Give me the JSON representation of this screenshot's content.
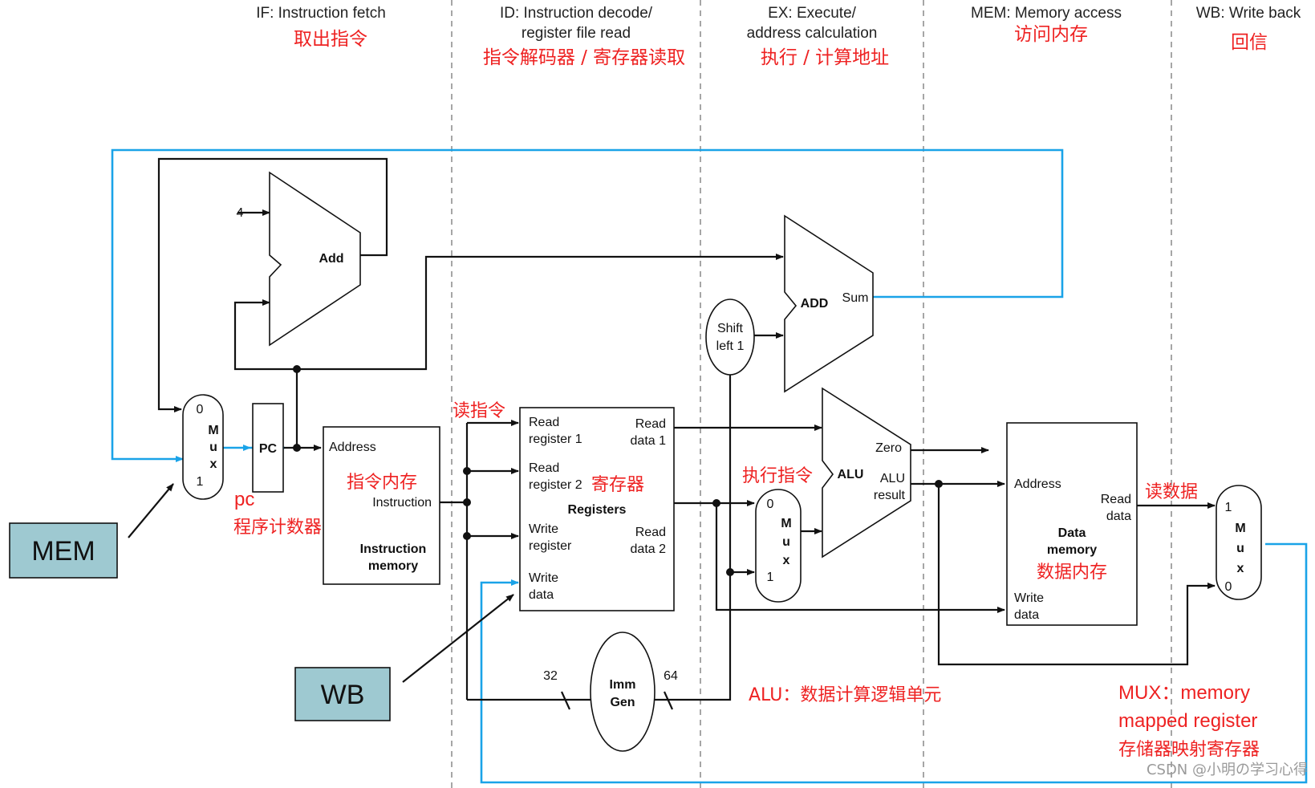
{
  "stages": {
    "if_en": "IF: Instruction fetch",
    "if_cn": "取出指令",
    "id_en1": "ID: Instruction decode/",
    "id_en2": "register file read",
    "id_cn": "指令解码器 / 寄存器读取",
    "ex_en1": "EX: Execute/",
    "ex_en2": "address calculation",
    "ex_cn": "执行 / 计算地址",
    "mem_en": "MEM: Memory access",
    "mem_cn": "访问内存",
    "wb_en": "WB: Write back",
    "wb_cn": "回信"
  },
  "components": {
    "add_label": "Add",
    "const_four": "4",
    "mux_letters": [
      "M",
      "u",
      "x"
    ],
    "mux_zero": "0",
    "mux_one": "1",
    "pc_label": "PC",
    "imem_address": "Address",
    "imem_instruction": "Instruction",
    "imem_title1": "Instruction",
    "imem_title2": "memory",
    "reg_read1a": "Read",
    "reg_read1b": "register 1",
    "reg_read2a": "Read",
    "reg_read2b": "register 2",
    "reg_writea": "Write",
    "reg_writeb": "register",
    "reg_wdataa": "Write",
    "reg_wdatab": "data",
    "reg_rd1a": "Read",
    "reg_rd1b": "data 1",
    "reg_rd2a": "Read",
    "reg_rd2b": "data 2",
    "reg_title": "Registers",
    "shift_a": "Shift",
    "shift_b": "left 1",
    "add2_label": "ADD",
    "add2_sum": "Sum",
    "alu_label": "ALU",
    "alu_zero": "Zero",
    "alu_result_a": "ALU",
    "alu_result_b": "result",
    "dmem_address": "Address",
    "dmem_read_a": "Read",
    "dmem_read_b": "data",
    "dmem_write_a": "Write",
    "dmem_write_b": "data",
    "dmem_title1": "Data",
    "dmem_title2": "memory",
    "imm_a": "Imm",
    "imm_b": "Gen",
    "bits_in": "32",
    "bits_out": "64"
  },
  "annotations": {
    "read_instr": "读指令",
    "instr_mem": "指令内存",
    "pc_small": "pc",
    "pc_cn": "程序计数器",
    "registers_cn": "寄存器",
    "exec_instr": "执行指令",
    "read_data": "读数据",
    "data_mem": "数据内存",
    "alu_note": "ALU：数据计算逻辑单元",
    "mux_note1": "MUX：memory",
    "mux_note2": "mapped register",
    "mux_note3": "存储器映射寄存器",
    "mem_box": "MEM",
    "wb_box": "WB",
    "watermark": "CSDN @小明の学习心得"
  },
  "colors": {
    "wire": "#111111",
    "highlight_wire": "#1aa3e8",
    "annotation": "#ee2222",
    "callout_box": "#9ec9d1"
  }
}
